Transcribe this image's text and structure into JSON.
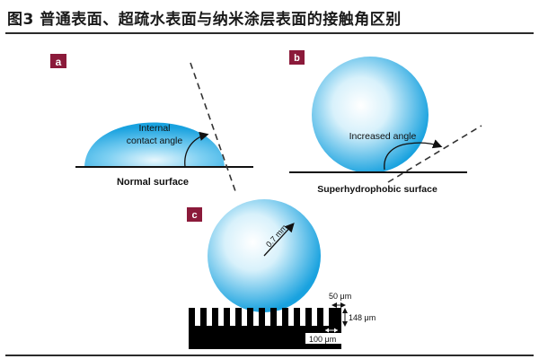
{
  "figure_title": "图3  普通表面、超疏水表面与纳米涂层表面的接触角区别",
  "panels": {
    "a": {
      "badge": "a",
      "angle_label_line1": "Internal",
      "angle_label_line2": "contact angle",
      "surface_label": "Normal surface"
    },
    "b": {
      "badge": "b",
      "angle_label": "Increased angle",
      "surface_label": "Superhydrophobic surface"
    },
    "c": {
      "badge": "c",
      "radius_label": "0.7 mm",
      "pillar_gap_label": "50 μm",
      "pillar_height_label": "148 μm",
      "pitch_label": "100 μm"
    }
  },
  "colors": {
    "badge": "#8b1a3a",
    "water_edge": "#1aa3e0",
    "water_center": "#ffffff",
    "pillar": "#000000"
  }
}
